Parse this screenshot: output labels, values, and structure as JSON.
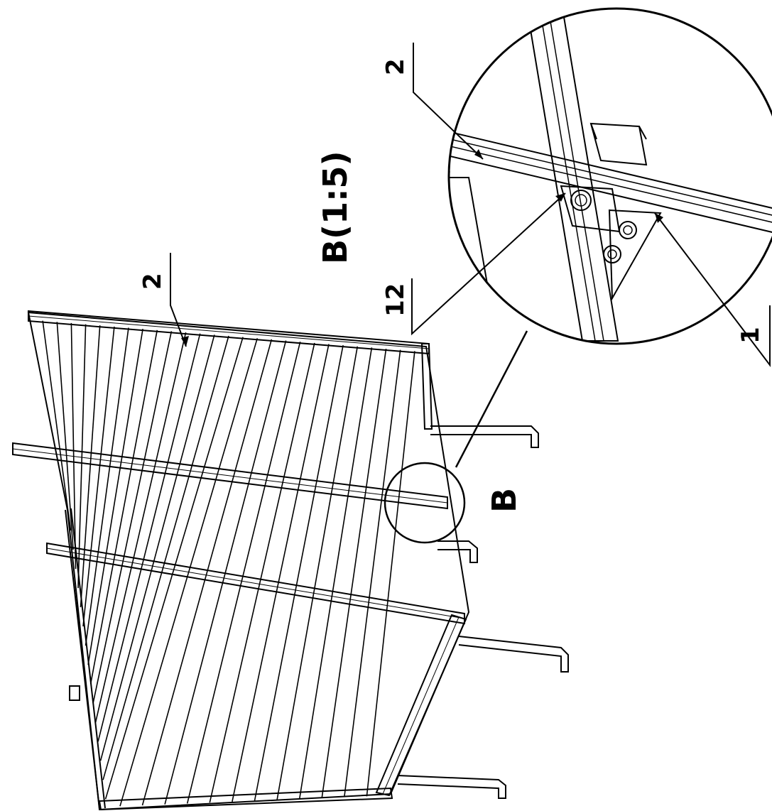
{
  "drawing": {
    "detail_title": "B(1:5)",
    "detail_marker": "B",
    "callouts": {
      "main_part": "2",
      "detail_part_top": "2",
      "detail_bolt": "12",
      "detail_bracket": "1"
    }
  }
}
